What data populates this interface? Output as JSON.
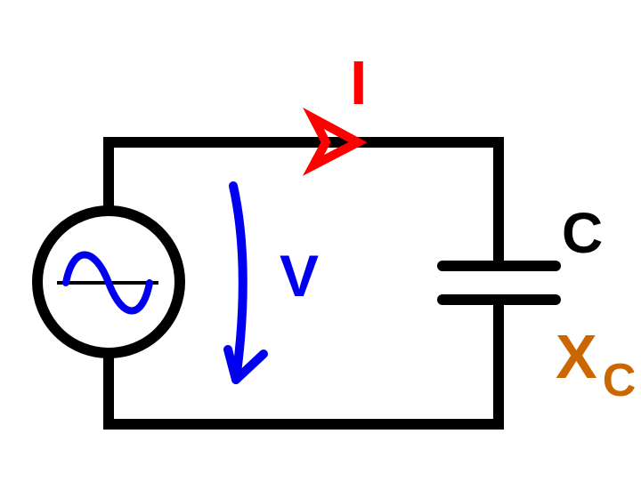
{
  "labels": {
    "current": "I",
    "voltage": "V",
    "capacitor": "C",
    "reactance_main": "X",
    "reactance_sub": "C"
  },
  "colors": {
    "wire": "#000000",
    "current": "#ff0000",
    "voltage": "#0000ee",
    "source_wave": "#0000ee",
    "reactance": "#cc6600"
  },
  "icons": {
    "source": "ac-voltage-source-icon",
    "capacitor": "capacitor-icon"
  }
}
